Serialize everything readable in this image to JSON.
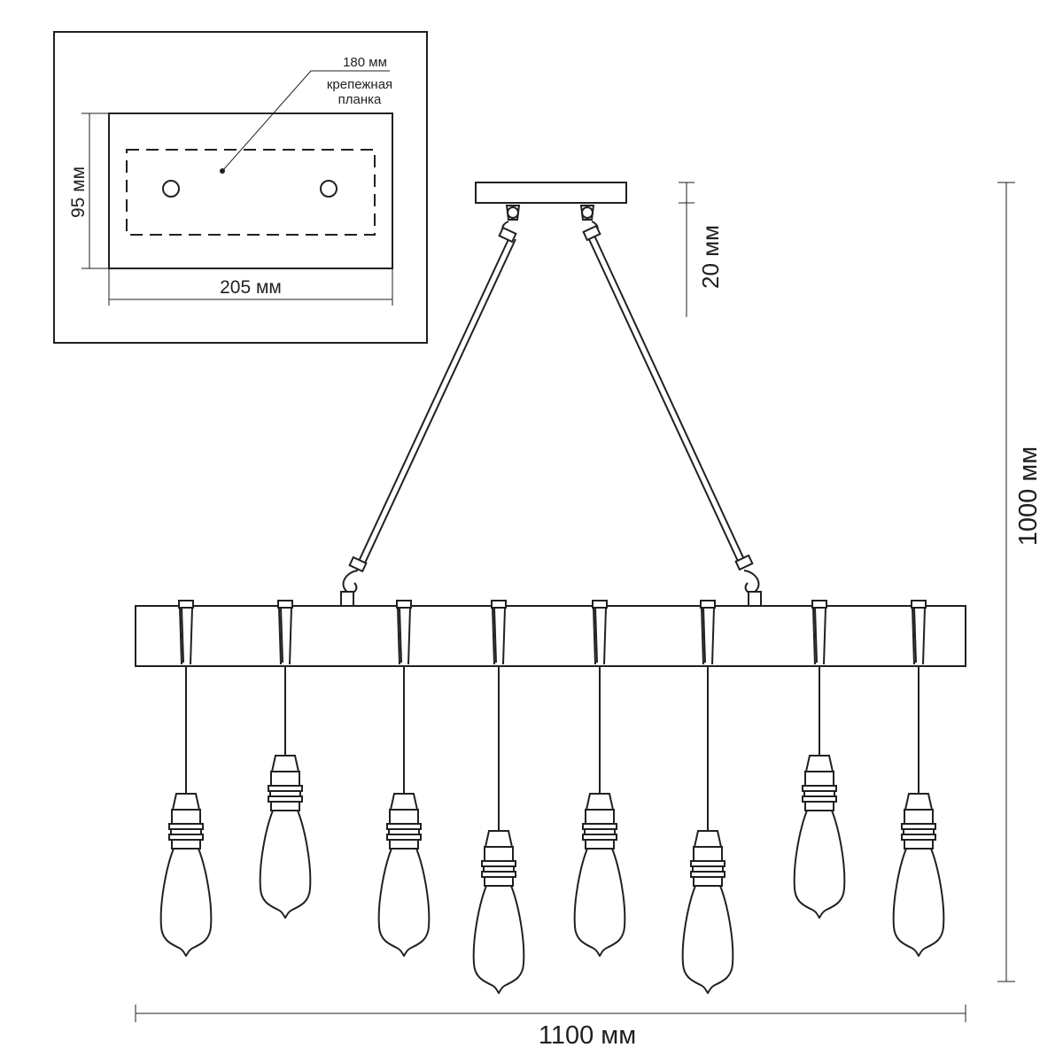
{
  "inset": {
    "plate_label_size": "180 мм",
    "plate_label_line1": "крепежная",
    "plate_label_line2": "планка",
    "height": "95 мм",
    "width": "205 мм"
  },
  "dimensions": {
    "canopy_height": "20 мм",
    "total_height": "1000 мм",
    "total_width": "1100 мм"
  },
  "fixture": {
    "bulb_count": 8
  },
  "colors": {
    "line": "#231f20",
    "background": "#ffffff"
  }
}
